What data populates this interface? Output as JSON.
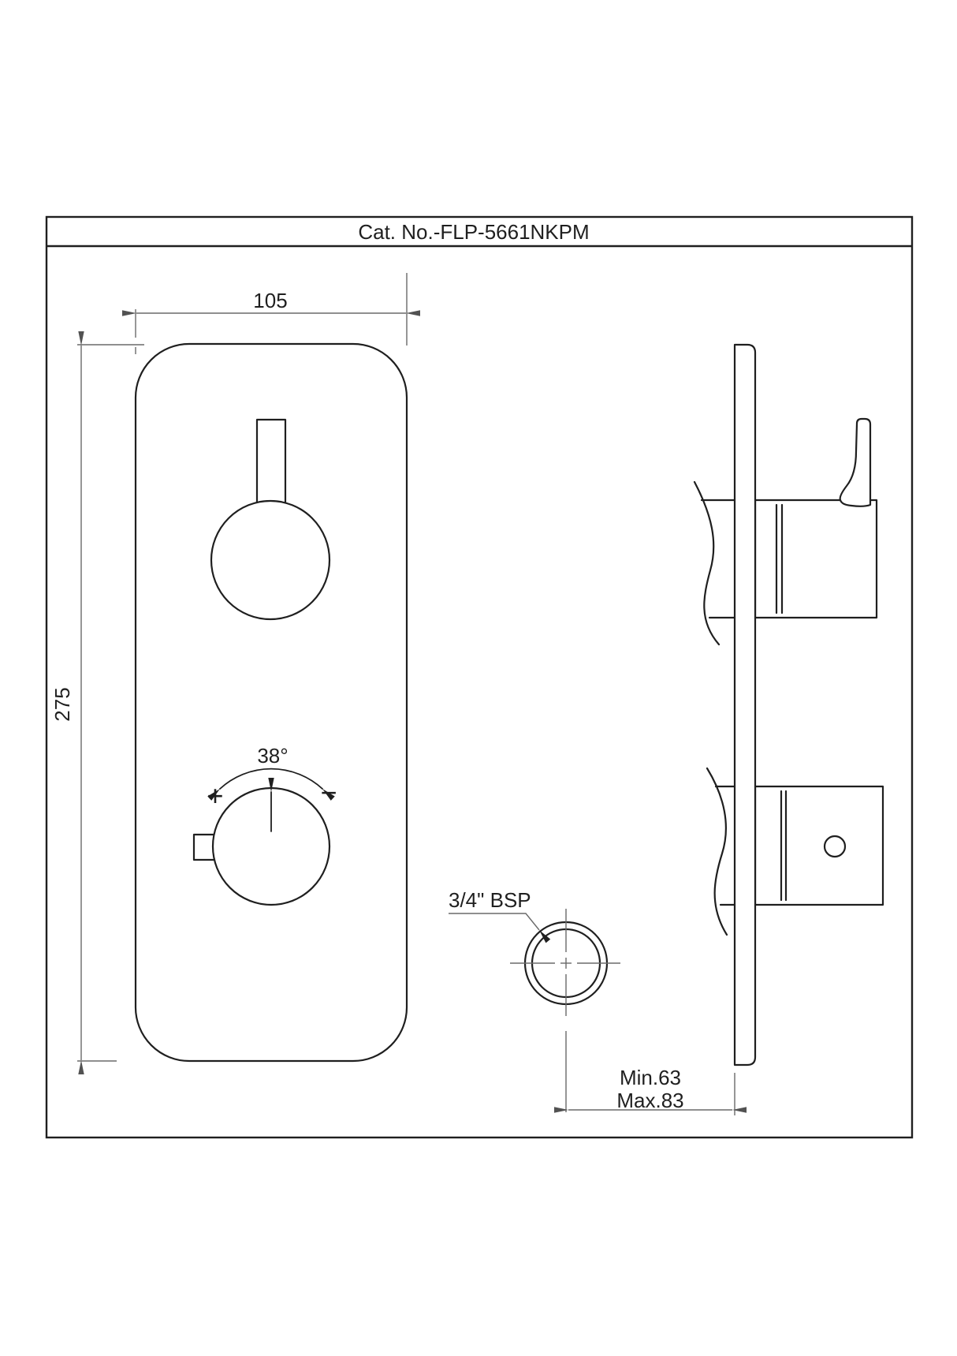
{
  "drawing": {
    "title": "Cat. No.-FLP-5661NKPM"
  },
  "front_view": {
    "width_dimension": "105",
    "height_dimension": "275",
    "temperature_angle": "38°",
    "increase_symbol": "+",
    "decrease_symbol": "−"
  },
  "side_view": {
    "connection_size_label": "3/4\" BSP",
    "installation_depth_min": "Min.63",
    "installation_depth_max": "Max.83"
  },
  "style": {
    "object_line_color": "#1f1f1f",
    "dimension_line_color": "#6a6a6a",
    "background_color": "#ffffff"
  }
}
